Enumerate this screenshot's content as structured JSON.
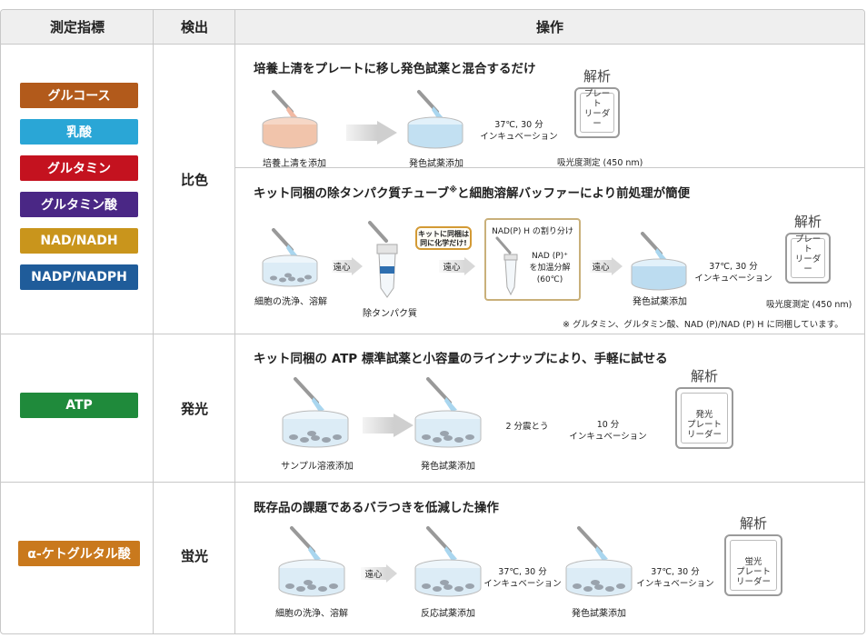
{
  "header": {
    "col1": "測定指標",
    "col2": "検出",
    "col3": "操作"
  },
  "rows": {
    "colorimetric": {
      "method": "比色",
      "badges": [
        {
          "label": "グルコース",
          "color": "#b25a1b"
        },
        {
          "label": "乳酸",
          "color": "#2aa6d6"
        },
        {
          "label": "グルタミン",
          "color": "#c4121f"
        },
        {
          "label": "グルタミン酸",
          "color": "#4a2785"
        },
        {
          "label": "NAD/NADH",
          "color": "#c9951c"
        },
        {
          "label": "NADP/NADPH",
          "color": "#1f5c9a"
        }
      ],
      "sub1": {
        "title": "培養上清をプレートに移し発色試薬と混合するだけ",
        "step1": "培養上清を添加",
        "step2": "発色試薬添加",
        "incubation_line1": "37℃, 30 分",
        "incubation_line2": "インキュベーション",
        "analysis": "解析",
        "reader": "プレート\nリーダー",
        "absorbance": "吸光度測定 (450 nm)"
      },
      "sub2": {
        "title_a": "キット同梱の除タンパク質チューブ",
        "title_sup": "※",
        "title_b": "と細胞溶解バッファーにより前処理が簡便",
        "step1": "細胞の洗浄、溶解",
        "arrow1": "遠心",
        "step2": "除タンパク質",
        "bubble": "キットに同梱は\n同に化学だけ!",
        "arrow2": "遠心",
        "box_title": "NAD(P) H の割り分け",
        "box_line1": "NAD (P)⁺",
        "box_line2": "を加温分解",
        "box_line3": "(60℃)",
        "arrow3": "遠心",
        "step3": "発色試薬添加",
        "incubation_line1": "37℃, 30 分",
        "incubation_line2": "インキュベーション",
        "analysis": "解析",
        "reader": "プレート\nリーダー",
        "absorbance": "吸光度測定 (450 nm)",
        "note": "※ グルタミン、グルタミン酸、NAD (P)/NAD (P) H に同梱しています。"
      }
    },
    "luminescence": {
      "method": "発光",
      "badge": {
        "label": "ATP",
        "color": "#1f8a3b"
      },
      "title": "キット同梱の ATP 標準試薬と小容量のラインナップにより、手軽に試せる",
      "step1": "サンプル溶液添加",
      "step2": "発色試薬添加",
      "shake": "2 分震とう",
      "incubation_line1": "10 分",
      "incubation_line2": "インキュベーション",
      "analysis": "解析",
      "reader": "発光\nプレート\nリーダー"
    },
    "fluorescence": {
      "method": "蛍光",
      "badge": {
        "label": "α-ケトグルタル酸",
        "color": "#c9791d"
      },
      "title": "既存品の課題であるバラつきを低減した操作",
      "step1": "細胞の洗浄、溶解",
      "arrow1": "遠心",
      "step2": "反応試薬添加",
      "incubation1_line1": "37℃, 30 分",
      "incubation1_line2": "インキュベーション",
      "step3": "発色試薬添加",
      "incubation2_line1": "37℃, 30 分",
      "incubation2_line2": "インキュベーション",
      "analysis": "解析",
      "reader": "蛍光\nプレート\nリーダー"
    }
  }
}
